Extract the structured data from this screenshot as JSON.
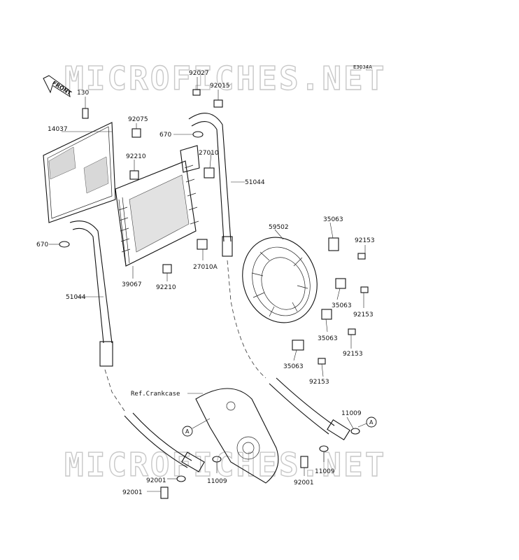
{
  "diagram": {
    "code": "E3034A",
    "watermark": "MICROFICHES.NET",
    "front_label": "FRONT",
    "ref_label": "Ref.Crankcase",
    "callouts": [
      "A",
      "A"
    ],
    "parts": [
      "92027",
      "92015",
      "130",
      "92075",
      "670",
      "27010",
      "14037",
      "92210",
      "51044",
      "670",
      "35063",
      "59502",
      "92153",
      "39067",
      "27010A",
      "92210",
      "51044",
      "35063",
      "92153",
      "35063",
      "92153",
      "35063",
      "92153",
      "11009",
      "11009",
      "11009",
      "92001",
      "92001"
    ]
  }
}
